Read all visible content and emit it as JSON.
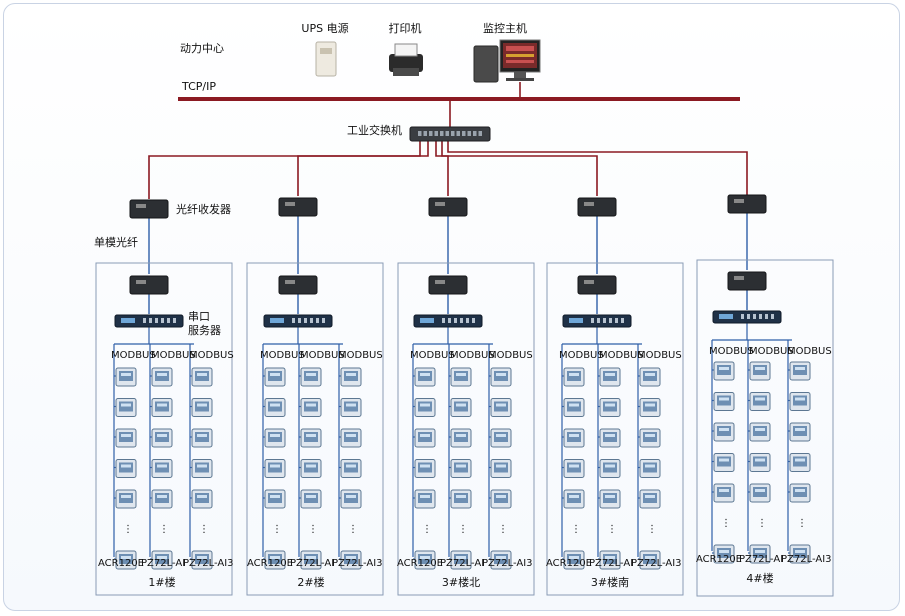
{
  "top": {
    "center_label": "动力中心",
    "network_label": "TCP/IP",
    "devices": [
      {
        "name": "UPS 电源"
      },
      {
        "name": "打印机"
      },
      {
        "name": "监控主机"
      }
    ],
    "switch_label": "工业交换机",
    "transceiver_label": "光纤收发器",
    "fiber_label": "单模光纤",
    "serial_server_label": "串口\n服务器"
  },
  "buildings": [
    {
      "name": "1#楼",
      "buses": [
        "MODBUS",
        "MODBUS",
        "MODBUS"
      ],
      "meters": [
        "ACR120E",
        "PZ72L-AI",
        "PZ72L-AI3"
      ]
    },
    {
      "name": "2#楼",
      "buses": [
        "MODBUS",
        "MODBUS",
        "MODBUS"
      ],
      "meters": [
        "ACR120E",
        "PZ72L-AI",
        "PZ72L-AI3"
      ]
    },
    {
      "name": "3#楼北",
      "buses": [
        "MODBUS",
        "MODBUS",
        "MODBUS"
      ],
      "meters": [
        "ACR120E",
        "PZ72L-AI",
        "PZ72L-AI3"
      ]
    },
    {
      "name": "3#楼南",
      "buses": [
        "MODBUS",
        "MODBUS",
        "MODBUS"
      ],
      "meters": [
        "ACR120E",
        "PZ72L-AI",
        "PZ72L-AI3"
      ]
    },
    {
      "name": "4#楼",
      "buses": [
        "MODBUS",
        "MODBUS",
        "MODBUS"
      ],
      "meters": [
        "ACR120E",
        "PZ72L-AI",
        "PZ72L-AI3"
      ]
    }
  ],
  "colors": {
    "ethernet": "#8b1a22",
    "fiber": "#2f5fa8",
    "frame": "#8a9bb5",
    "meter": "#6e8fb3"
  }
}
